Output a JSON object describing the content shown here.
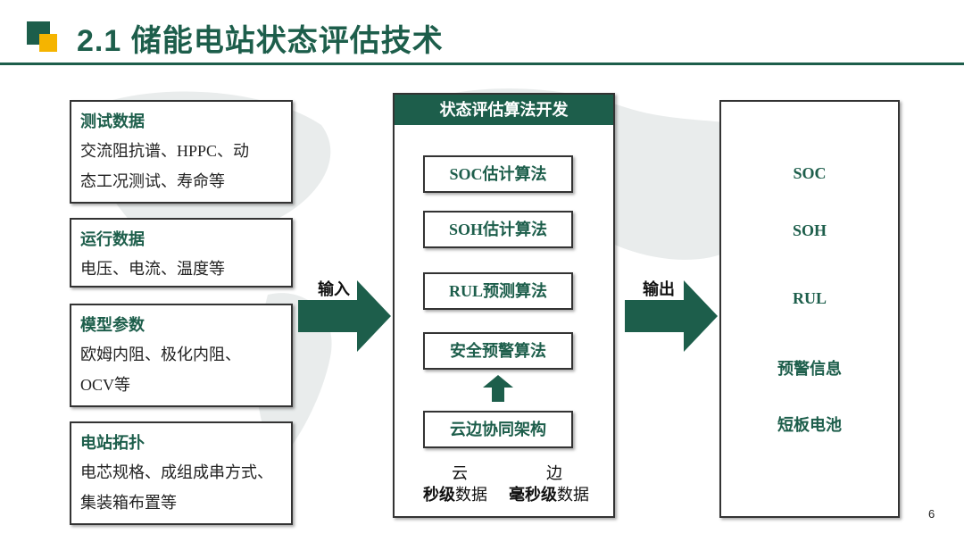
{
  "header": {
    "title": "2.1 储能电站状态评估技术"
  },
  "sources": [
    {
      "heading": "测试数据",
      "body": "交流阻抗谱、HPPC、动\n态工况测试、寿命等"
    },
    {
      "heading": "运行数据",
      "body": "电压、电流、温度等"
    },
    {
      "heading": "模型参数",
      "body": "欧姆内阻、极化内阻、\nOCV等"
    },
    {
      "heading": "电站拓扑",
      "body": "电芯规格、成组成串方式、\n集装箱布置等"
    }
  ],
  "arrows": {
    "input_label": "输入",
    "output_label": "输出"
  },
  "center": {
    "header": "状态评估算法开发",
    "algorithms": [
      {
        "prefix": "SOC",
        "suffix": "估计算法"
      },
      {
        "prefix": "SOH",
        "suffix": "估计算法"
      },
      {
        "prefix": "RUL",
        "suffix": "预测算法"
      },
      {
        "prefix": "",
        "suffix": "安全预警算法"
      }
    ],
    "architecture": "云边协同架构",
    "cloud_label": "云",
    "edge_label": "边",
    "cloud_data_bold": "秒级",
    "cloud_data_rest": "数据",
    "edge_data_bold": "毫秒级",
    "edge_data_rest": "数据"
  },
  "outputs": [
    "SOC",
    "SOH",
    "RUL",
    "预警信息",
    "短板电池"
  ],
  "footer": {
    "page_number": "6"
  },
  "colors": {
    "brand_green": "#1d5e4b",
    "accent_yellow": "#f5b400"
  }
}
